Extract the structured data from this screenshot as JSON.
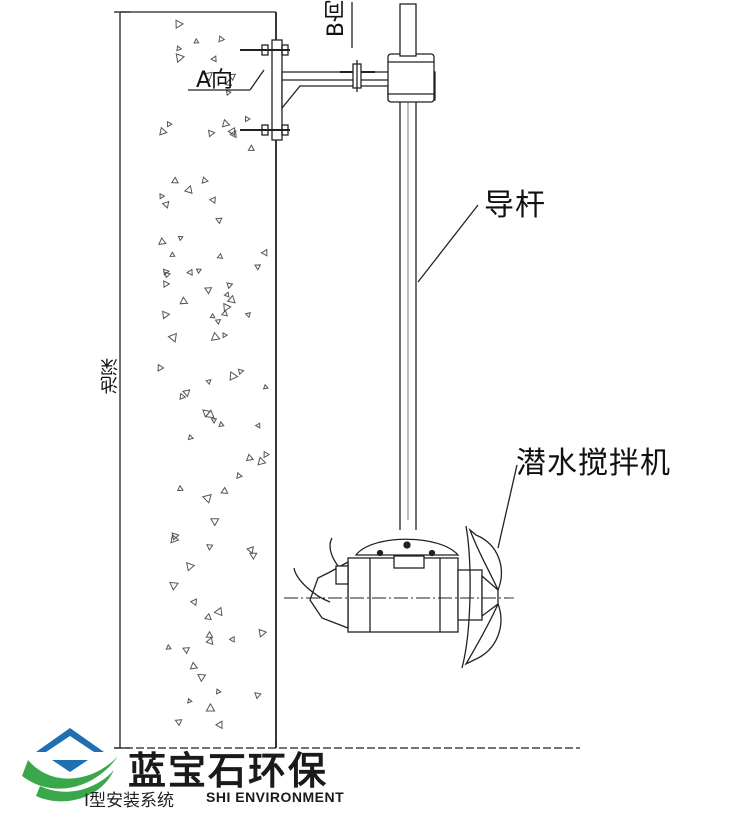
{
  "labels": {
    "guide_rod": "导杆",
    "mixer": "潜水搅拌机",
    "direction_a": "A向",
    "direction_b": "B向",
    "pool_depth": "池深"
  },
  "brand": {
    "name_cn": "蓝宝石环保",
    "name_en": "SHI ENVIRONMENT",
    "logo_colors": {
      "blue": "#1f6fb2",
      "green": "#3aa84a"
    }
  },
  "caption": "I型安装系统",
  "colors": {
    "line": "#222222",
    "concrete_mark": "#555555"
  }
}
